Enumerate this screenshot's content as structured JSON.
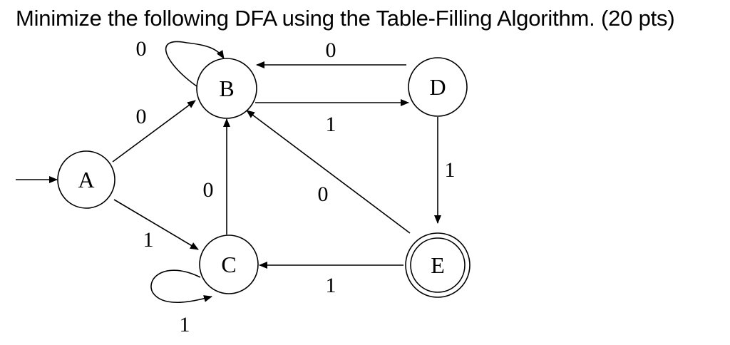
{
  "title": "Minimize the following DFA using the Table-Filling Algorithm. (20 pts)",
  "states": [
    {
      "id": "A",
      "label": "A",
      "start": true,
      "accepting": false
    },
    {
      "id": "B",
      "label": "B",
      "start": false,
      "accepting": false
    },
    {
      "id": "C",
      "label": "C",
      "start": false,
      "accepting": false
    },
    {
      "id": "D",
      "label": "D",
      "start": false,
      "accepting": false
    },
    {
      "id": "E",
      "label": "E",
      "start": false,
      "accepting": true
    }
  ],
  "transitions": [
    {
      "from": "A",
      "to": "B",
      "symbol": "0"
    },
    {
      "from": "A",
      "to": "C",
      "symbol": "1"
    },
    {
      "from": "B",
      "to": "B",
      "symbol": "0"
    },
    {
      "from": "B",
      "to": "D",
      "symbol": "1"
    },
    {
      "from": "C",
      "to": "B",
      "symbol": "0"
    },
    {
      "from": "C",
      "to": "C",
      "symbol": "1"
    },
    {
      "from": "D",
      "to": "B",
      "symbol": "0"
    },
    {
      "from": "D",
      "to": "E",
      "symbol": "1"
    },
    {
      "from": "E",
      "to": "B",
      "symbol": "0"
    },
    {
      "from": "E",
      "to": "C",
      "symbol": "1"
    }
  ]
}
